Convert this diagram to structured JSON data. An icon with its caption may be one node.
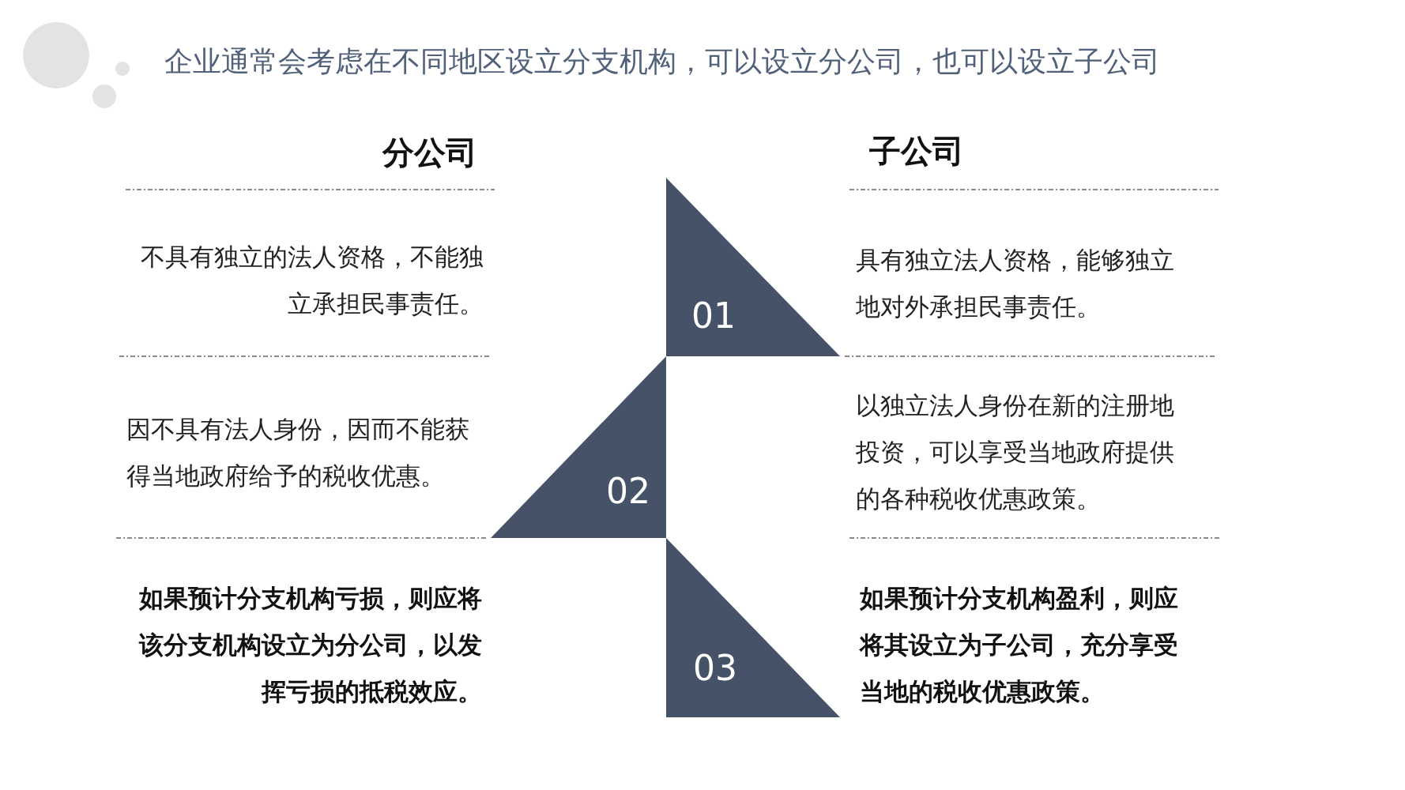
{
  "diagram": {
    "title": "企业通常会考虑在不同地区设立分支机构，可以设立分公司，也可以设立子公司",
    "nodes": [
      {
        "text": [
          "01"
        ]
      },
      {
        "text": [
          "02"
        ]
      },
      {
        "text": [
          "03"
        ]
      }
    ],
    "labels": [
      "分公司",
      "子公司",
      "不具有独立的法人资格，不能独立承担民事责任。",
      "具有独立法人资格，能够独立地对外承担民事责任。",
      "因不具有法人身份，因而不能获得当地政府给予的税收优惠。",
      "以独立法人身份在新的注册地投资，可以享受当地政府提供的各种税收优惠政策。",
      "如果预计分支机构亏损，则应将该分支机构设立为分公司，以发挥亏损的抵税效应。",
      "如果预计分支机构盈利，则应将其设立为子公司，充分享受当地的税收优惠政策。"
    ]
  }
}
